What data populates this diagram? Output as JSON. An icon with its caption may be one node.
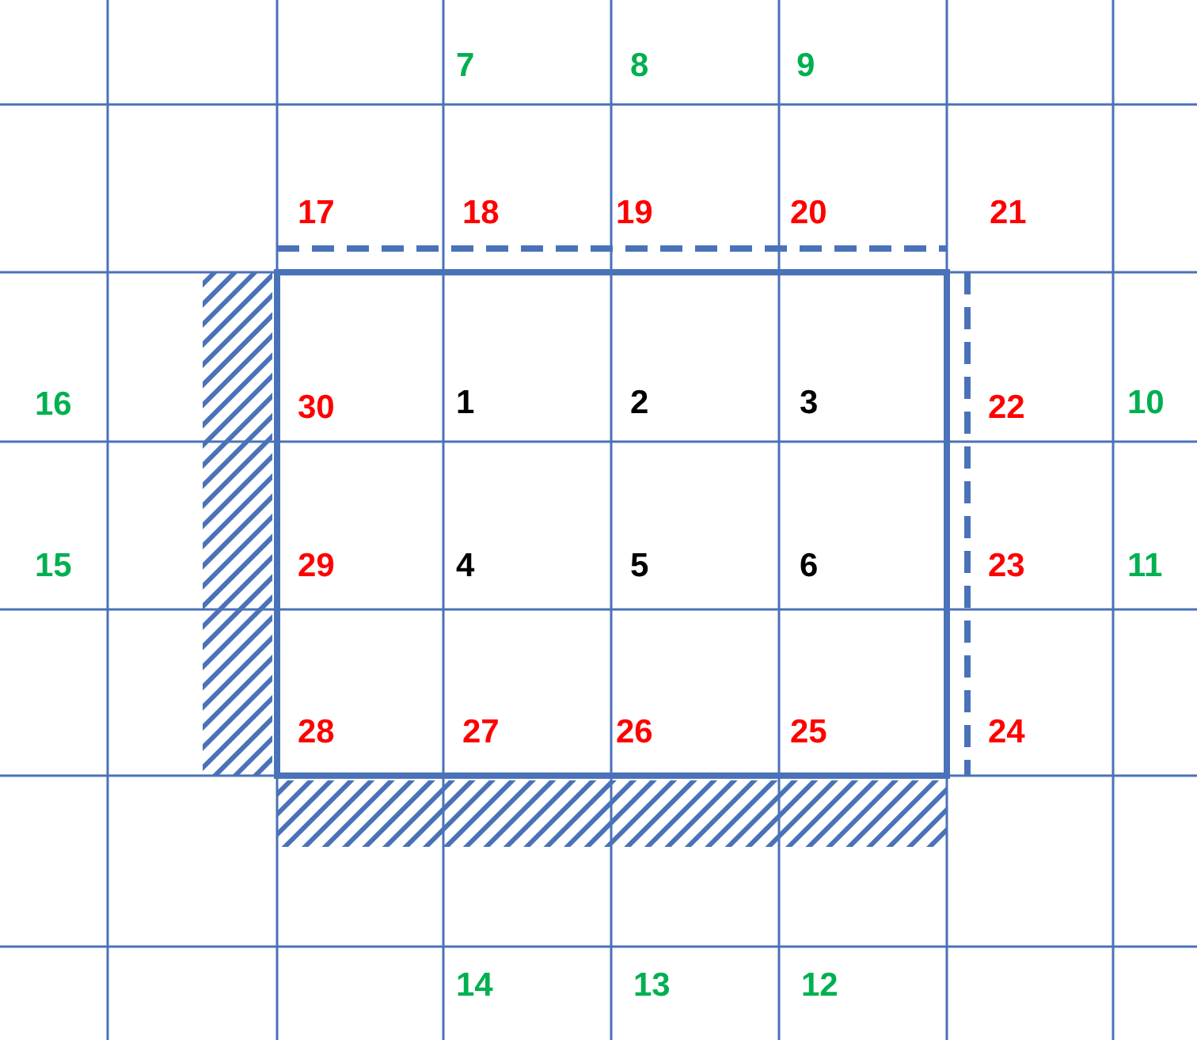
{
  "diagram": {
    "labels": [
      "7",
      "8",
      "9",
      "17",
      "18",
      "19",
      "20",
      "21",
      "16",
      "30",
      "1",
      "2",
      "3",
      "22",
      "10",
      "15",
      "29",
      "4",
      "5",
      "6",
      "23",
      "11",
      "28",
      "27",
      "26",
      "25",
      "24",
      "14",
      "13",
      "12"
    ]
  }
}
